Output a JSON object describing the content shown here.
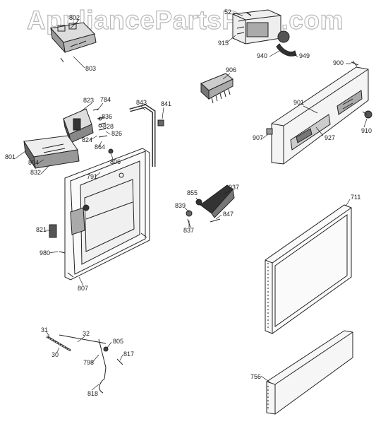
{
  "watermark": "AppliancePartsPros.com",
  "line_color": "#222222",
  "callouts": {
    "c802": "802",
    "c803": "803",
    "c52": "52",
    "c915": "915",
    "c940": "940",
    "c949": "949",
    "c900": "900",
    "c906": "906",
    "c901": "901",
    "c907": "907",
    "c927": "927",
    "c910": "910",
    "c823": "823",
    "c784": "784",
    "c843": "843",
    "c841": "841",
    "c836": "836",
    "c828": "828",
    "c826": "826",
    "c824": "824",
    "c864": "864",
    "c806": "806",
    "c801": "801",
    "c804": "804",
    "c832": "832",
    "c791": "791",
    "c855": "855",
    "c937": "937",
    "c839": "839",
    "c847": "847",
    "c837": "837",
    "c821": "821",
    "c980": "980",
    "c807": "807",
    "c711": "711",
    "c31": "31",
    "c32": "32",
    "c30": "30",
    "c805": "805",
    "c817": "817",
    "c798": "798",
    "c818": "818",
    "c756": "756"
  }
}
